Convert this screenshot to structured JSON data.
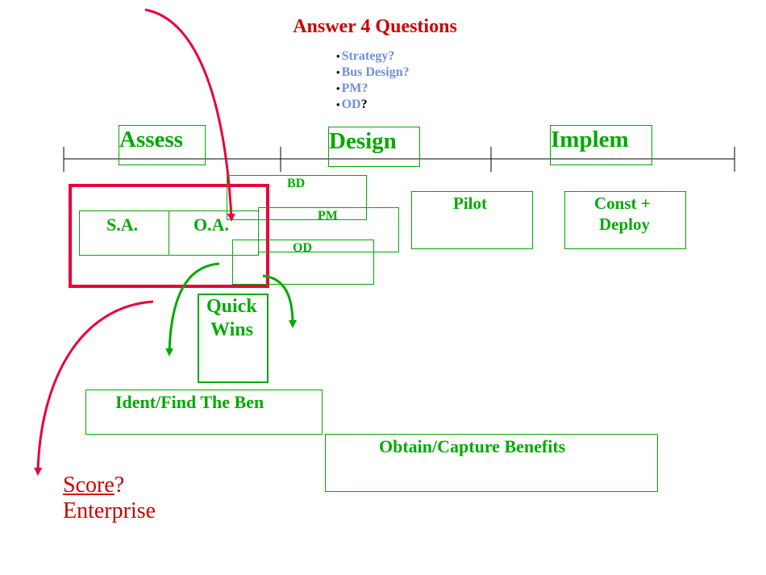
{
  "colors": {
    "green": "#00aa00",
    "red": "#e8003a",
    "blue": "#6f8fd8",
    "dark_red": "#cc0000",
    "black": "#000000"
  },
  "title": "Answer 4 Questions",
  "questions": [
    {
      "text": "Strategy?",
      "color": "#6f8fd8"
    },
    {
      "text": "Bus Design?",
      "color": "#6f8fd8"
    },
    {
      "text": "PM?",
      "color": "#6f8fd8"
    },
    {
      "text": "OD",
      "suffix": "?",
      "color": "#6f8fd8"
    }
  ],
  "phases": {
    "assess": "Assess",
    "design": "Design",
    "implem": "Implem"
  },
  "activities": {
    "sa": "S.A.",
    "oa": "O.A.",
    "bd": "BD",
    "pm": "PM",
    "od": "OD",
    "pilot": "Pilot",
    "const_line1": "Const +",
    "const_line2": "Deploy",
    "quick_line1": "Quick",
    "quick_line2": "Wins",
    "ident": "Ident/Find The Ben",
    "obtain": "Obtain/Capture Benefits"
  },
  "score": {
    "word": "Score",
    "suffix": "?",
    "line2": "Enterprise"
  }
}
